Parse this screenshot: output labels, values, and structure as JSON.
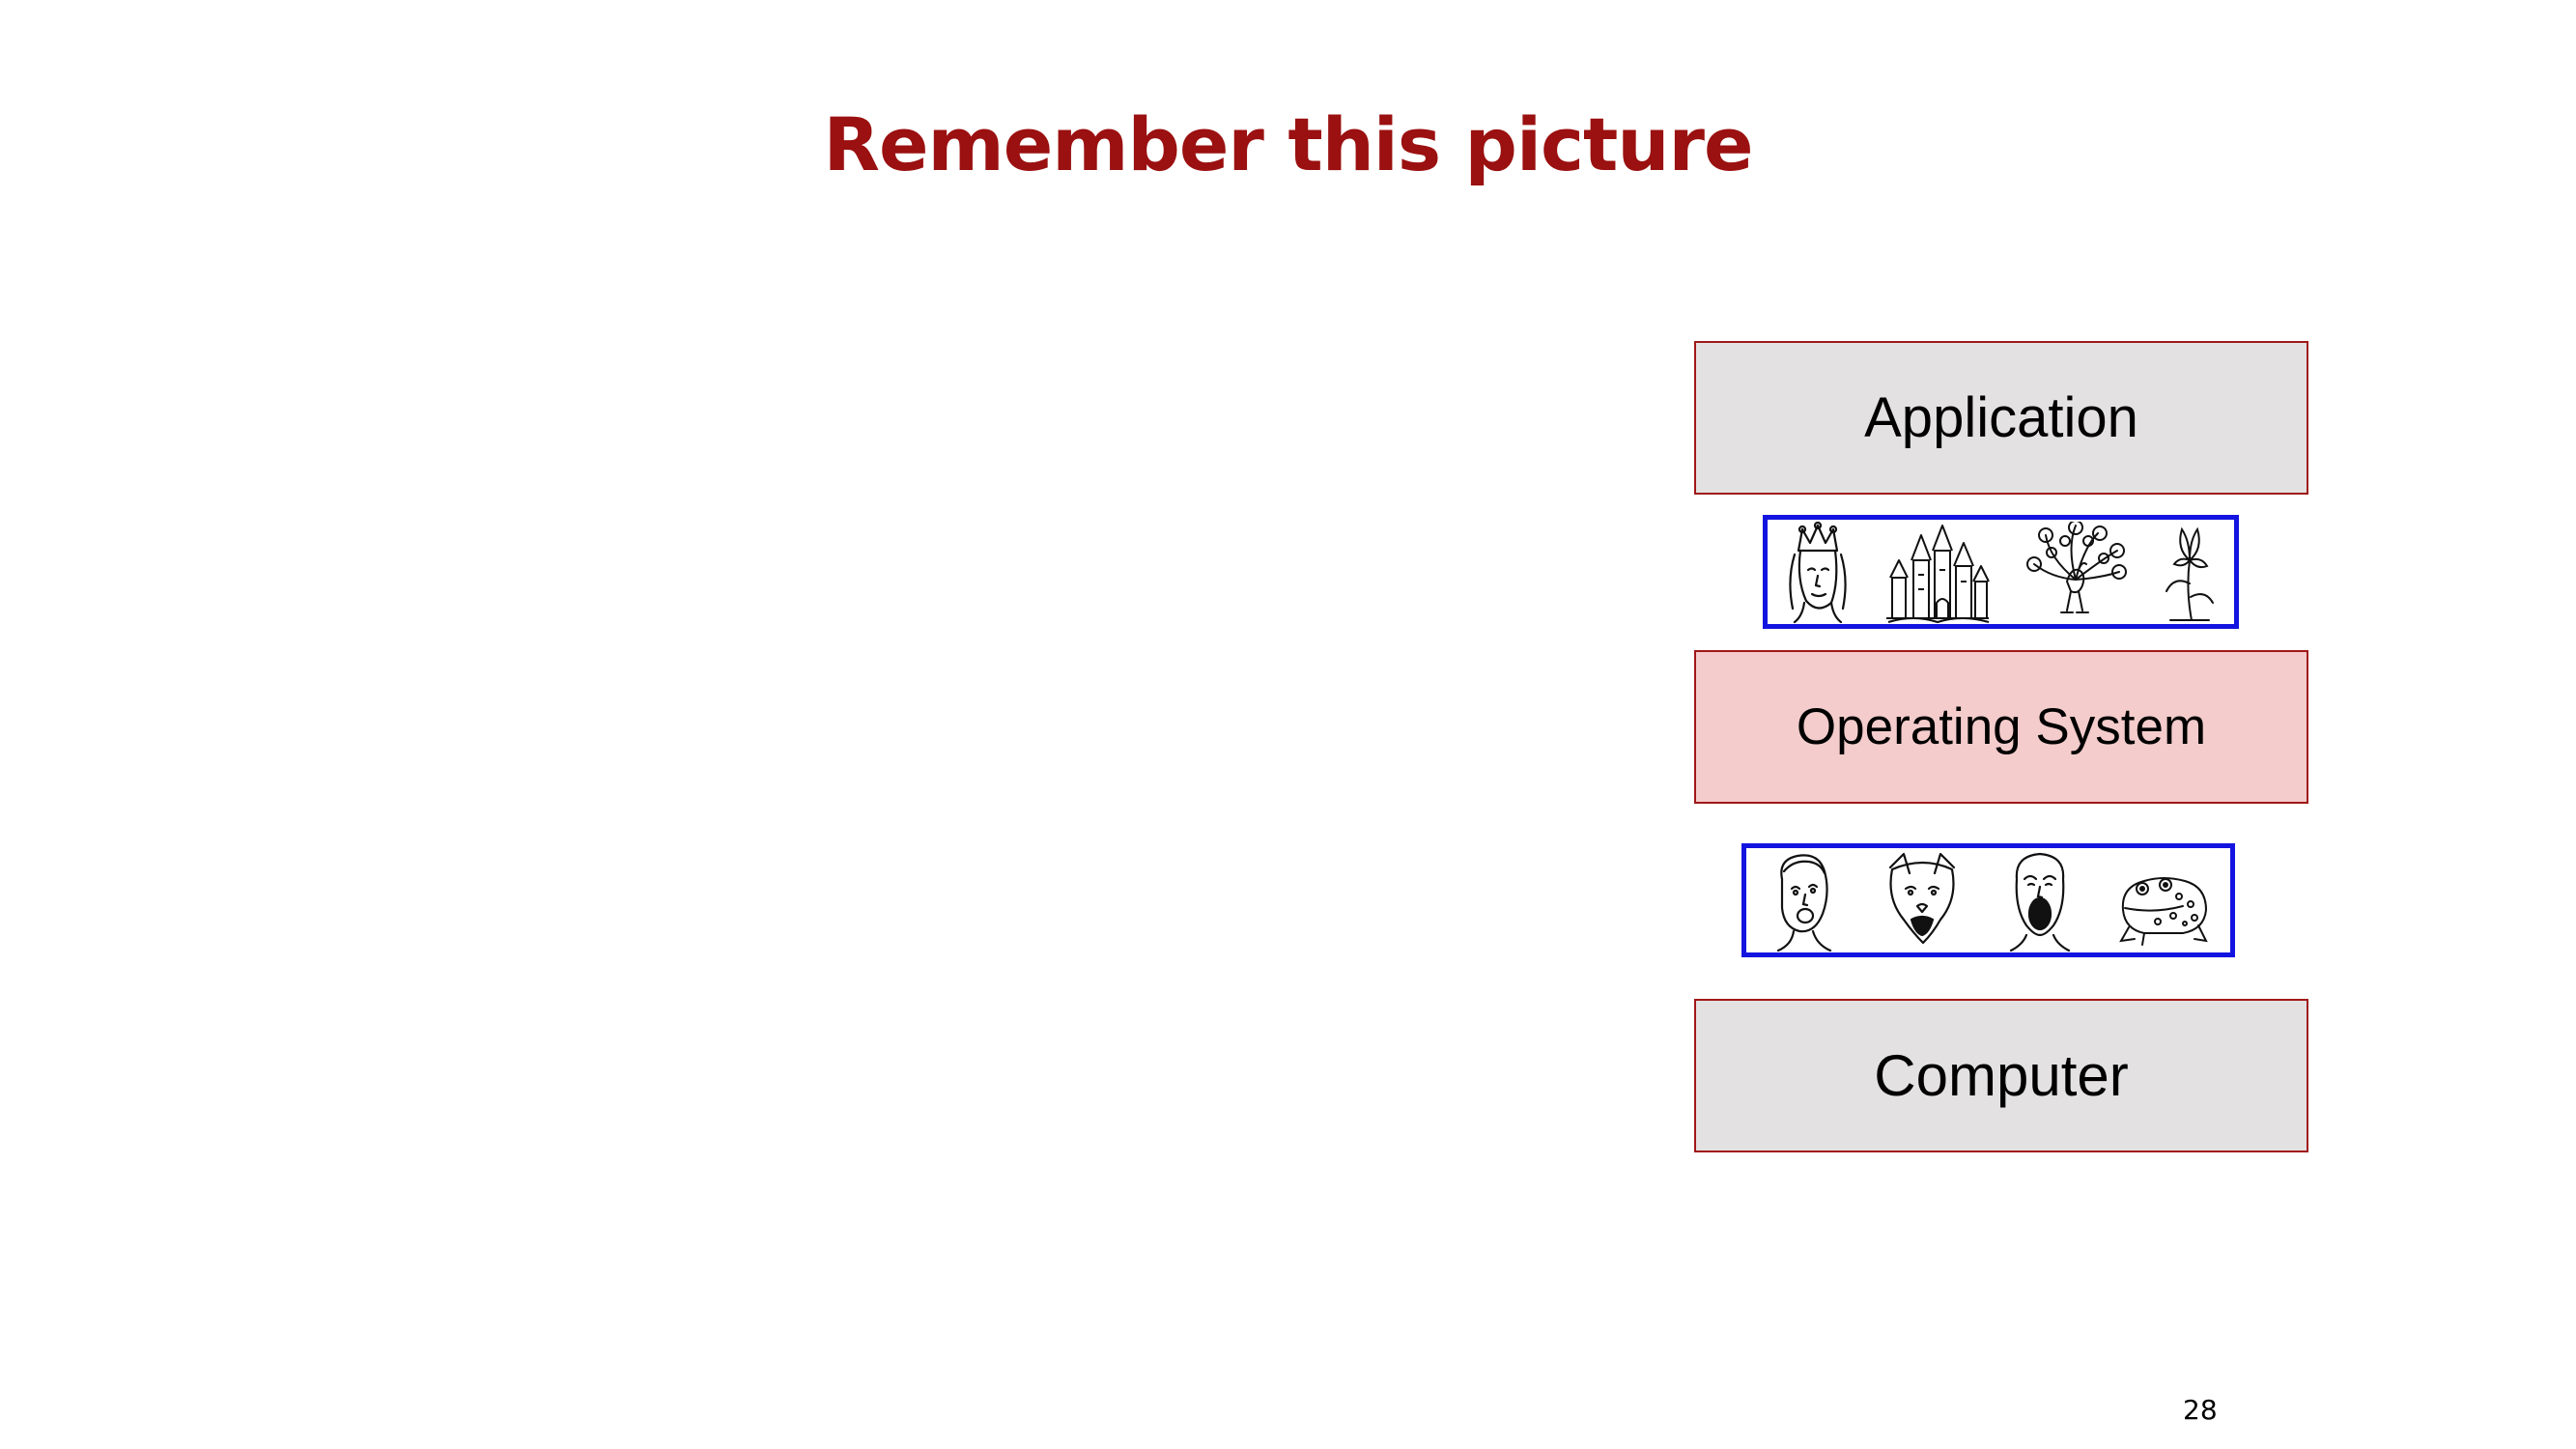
{
  "slide": {
    "title": "Remember this picture",
    "page_number": "28"
  },
  "layers": {
    "application": "Application",
    "operating_system": "Operating System",
    "computer": "Computer"
  },
  "interface_strips": {
    "upper": {
      "icons": [
        "queen-icon",
        "castle-icon",
        "peacock-icon",
        "flower-icon"
      ],
      "border_color": "#1414e0"
    },
    "lower": {
      "icons": [
        "screaming-man-icon",
        "growling-dog-icon",
        "screaming-face-icon",
        "toad-icon"
      ],
      "border_color": "#1414e0"
    }
  },
  "colors": {
    "title": "#9b1010",
    "layer_border": "#a01818",
    "app_fill": "#e3e1e2",
    "os_fill": "#f4cccc",
    "computer_fill": "#e3e1e2"
  }
}
